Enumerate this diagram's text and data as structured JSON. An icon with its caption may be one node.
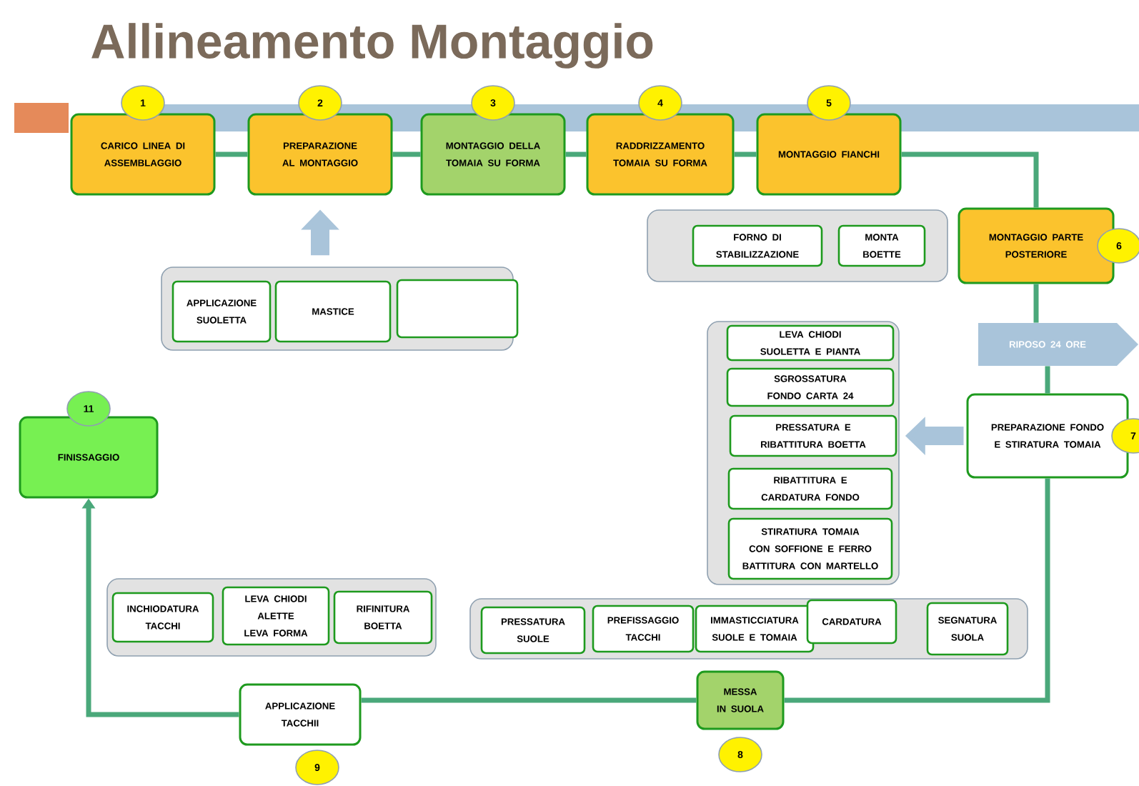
{
  "diagram": {
    "title": "Allineamento Montaggio",
    "nodes": [
      {
        "text": [
          "CARICO LINEA DI ASSEMBLAGGIO"
        ],
        "beside": [
          "1"
        ]
      },
      {
        "text": [
          "PREPARAZIONE AL MONTAGGIO"
        ],
        "beside": [
          "2"
        ]
      },
      {
        "text": [
          "MONTAGGIO DELLA TOMAIA SU FORMA"
        ],
        "beside": [
          "3"
        ]
      },
      {
        "text": [
          "RADDRIZZAMENTO TOMAIA SU FORMA"
        ],
        "beside": [
          "4"
        ]
      },
      {
        "text": [
          "MONTAGGIO FIANCHI"
        ],
        "beside": [
          "5"
        ]
      },
      {
        "text": [
          "MONTAGGIO PARTE POSTERIORE"
        ],
        "beside": [
          "6"
        ]
      },
      {
        "text": [
          "RIPOSO 24 ORE"
        ]
      },
      {
        "text": [
          "PREPARAZIONE FONDO E STIRATURA TOMAIA"
        ],
        "beside": [
          "7"
        ]
      },
      {
        "text": [
          "MESSA IN SUOLA"
        ],
        "beside": [
          "8"
        ]
      },
      {
        "text": [
          "APPLICAZIONE TACCHII"
        ],
        "beside": [
          "9"
        ]
      },
      {
        "text": [
          "FINISSAGGIO"
        ],
        "beside": [
          "11"
        ]
      },
      {
        "text": [],
        "shape": "box"
      },
      {
        "text": [
          "FORNO DI STABILIZZAZIONE"
        ],
        "in": 11
      },
      {
        "text": [
          "MONTA BOETTE"
        ],
        "in": 11
      },
      {
        "text": [],
        "shape": "box"
      },
      {
        "text": [
          "APPLICAZIONE SUOLETTA"
        ],
        "in": 14
      },
      {
        "text": [
          "MASTICE"
        ],
        "in": 14
      },
      {
        "text": [],
        "shape": "box",
        "in": 14
      },
      {
        "text": [],
        "shape": "box"
      },
      {
        "text": [
          "LEVA CHIODI SUOLETTA E PIANTA"
        ],
        "in": 18
      },
      {
        "text": [
          "SGROSSATURA FONDO CARTA 24"
        ],
        "in": 18
      },
      {
        "text": [
          "PRESSATURA E RIBATTITURA BOETTA"
        ],
        "in": 18
      },
      {
        "text": [
          "RIBATTITURA E CARDATURA FONDO"
        ],
        "in": 18
      },
      {
        "text": [
          "STIRATIURA TOMAIA CON SOFFIONE E FERRO BATTITURA CON MARTELLO"
        ],
        "in": 18
      },
      {
        "text": [],
        "shape": "box"
      },
      {
        "text": [
          "INCHIODATURA TACCHI"
        ],
        "in": 24
      },
      {
        "text": [
          "LEVA CHIODI ALETTE LEVA FORMA"
        ],
        "in": 24
      },
      {
        "text": [
          "RIFINITURA BOETTA"
        ],
        "in": 24
      },
      {
        "text": [],
        "shape": "box"
      },
      {
        "text": [
          "PRESSATURA SUOLE"
        ],
        "in": 28
      },
      {
        "text": [
          "PREFISSAGGIO TACCHI"
        ],
        "in": 28
      },
      {
        "text": [
          "IMMASTICCIATURA SUOLE E TOMAIA"
        ],
        "in": 28
      },
      {
        "text": [
          "CARDATURA"
        ],
        "in": 28
      },
      {
        "text": [
          "SEGNATURA SUOLA"
        ],
        "in": 28
      }
    ],
    "edges": [
      {
        "from": 0,
        "to": 1,
        "arrow": "none"
      },
      {
        "from": 1,
        "to": 2,
        "arrow": "none"
      },
      {
        "from": 2,
        "to": 3,
        "arrow": "none"
      },
      {
        "from": 3,
        "to": 4,
        "arrow": "none"
      },
      {
        "from": 4,
        "to": 5,
        "arrow": "none"
      },
      {
        "from": 5,
        "to": 6,
        "arrow": "none"
      },
      {
        "from": 6,
        "to": 7,
        "arrow": "none"
      },
      {
        "from": 7,
        "to": 8,
        "arrow": "none"
      },
      {
        "from": 8,
        "to": 9,
        "arrow": "none"
      },
      {
        "from": 9,
        "to": 10,
        "arrow": "to"
      },
      {
        "from": 14,
        "to": 1,
        "arrow": "to",
        "style": "thick",
        "color": "#a9c4da"
      },
      {
        "from": 7,
        "to": 18,
        "arrow": "to",
        "style": "thick",
        "color": "#a9c4da"
      }
    ]
  }
}
